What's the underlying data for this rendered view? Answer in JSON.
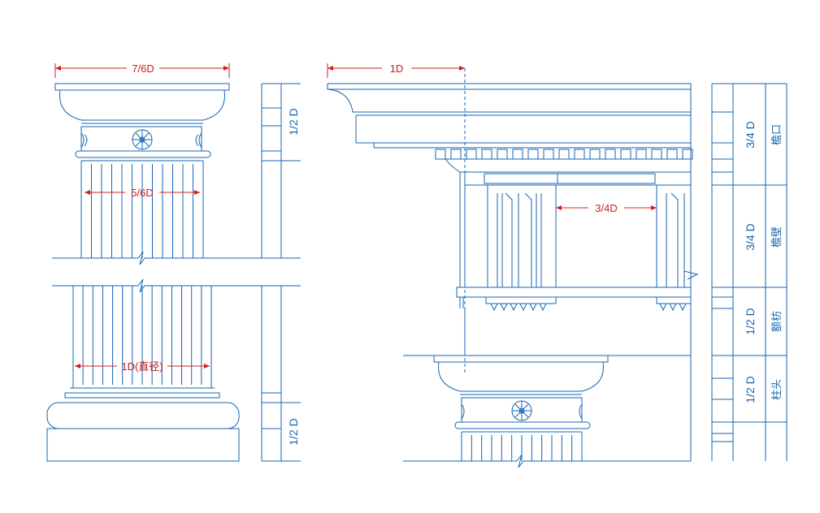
{
  "colors": {
    "line": "#1565b3",
    "dimension": "#c81e1e",
    "background": "#ffffff"
  },
  "left_column": {
    "dim_top": "7/6D",
    "dim_neck": "5/6D",
    "dim_shaft": "1D(直径)",
    "scale_top": "1/2 D",
    "scale_bottom": "1/2 D"
  },
  "entablature": {
    "dim_projection": "1D",
    "dim_metope": "3/4D"
  },
  "right_scale": [
    {
      "dim": "3/4 D",
      "name": "檐口"
    },
    {
      "dim": "3/4 D",
      "name": "檐壁"
    },
    {
      "dim": "1/2 D",
      "name": "额枋"
    },
    {
      "dim": "1/2 D",
      "name": "柱头"
    }
  ]
}
